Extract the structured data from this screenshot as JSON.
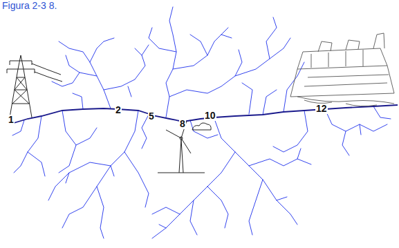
{
  "diagram": {
    "labels": [
      "Figura 2-3 8.",
      "1",
      "2",
      "5",
      "8",
      "10",
      "12"
    ]
  }
}
